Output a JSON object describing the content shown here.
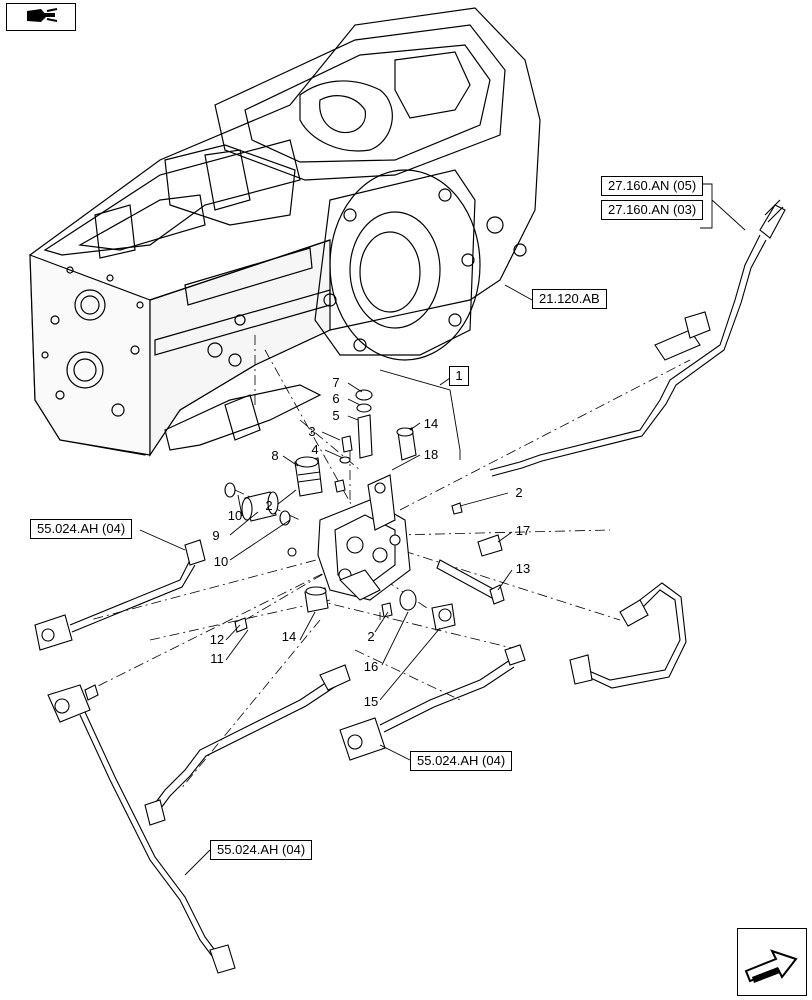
{
  "references": {
    "ref_27_160_an_05": "27.160.AN (05)",
    "ref_27_160_an_03": "27.160.AN (03)",
    "ref_21_120_ab": "21.120.AB",
    "ref_55_024_ah_left": "55.024.AH (04)",
    "ref_55_024_ah_right": "55.024.AH (04)",
    "ref_55_024_ah_bottom": "55.024.AH (04)"
  },
  "assembly_tag": "1",
  "callouts": {
    "c7": "7",
    "c6": "6",
    "c5": "5",
    "c3": "3",
    "c4": "4",
    "c8": "8",
    "c2a": "2",
    "c14a": "14",
    "c18": "18",
    "c2b": "2",
    "c10a": "10",
    "c9": "9",
    "c10b": "10",
    "c17": "17",
    "c13": "13",
    "c12": "12",
    "c11": "11",
    "c14b": "14",
    "c2c": "2",
    "c16": "16",
    "c15": "15"
  },
  "icons": {
    "top_left": "book-hand-icon",
    "bottom_right": "next-page-arrow-icon"
  }
}
